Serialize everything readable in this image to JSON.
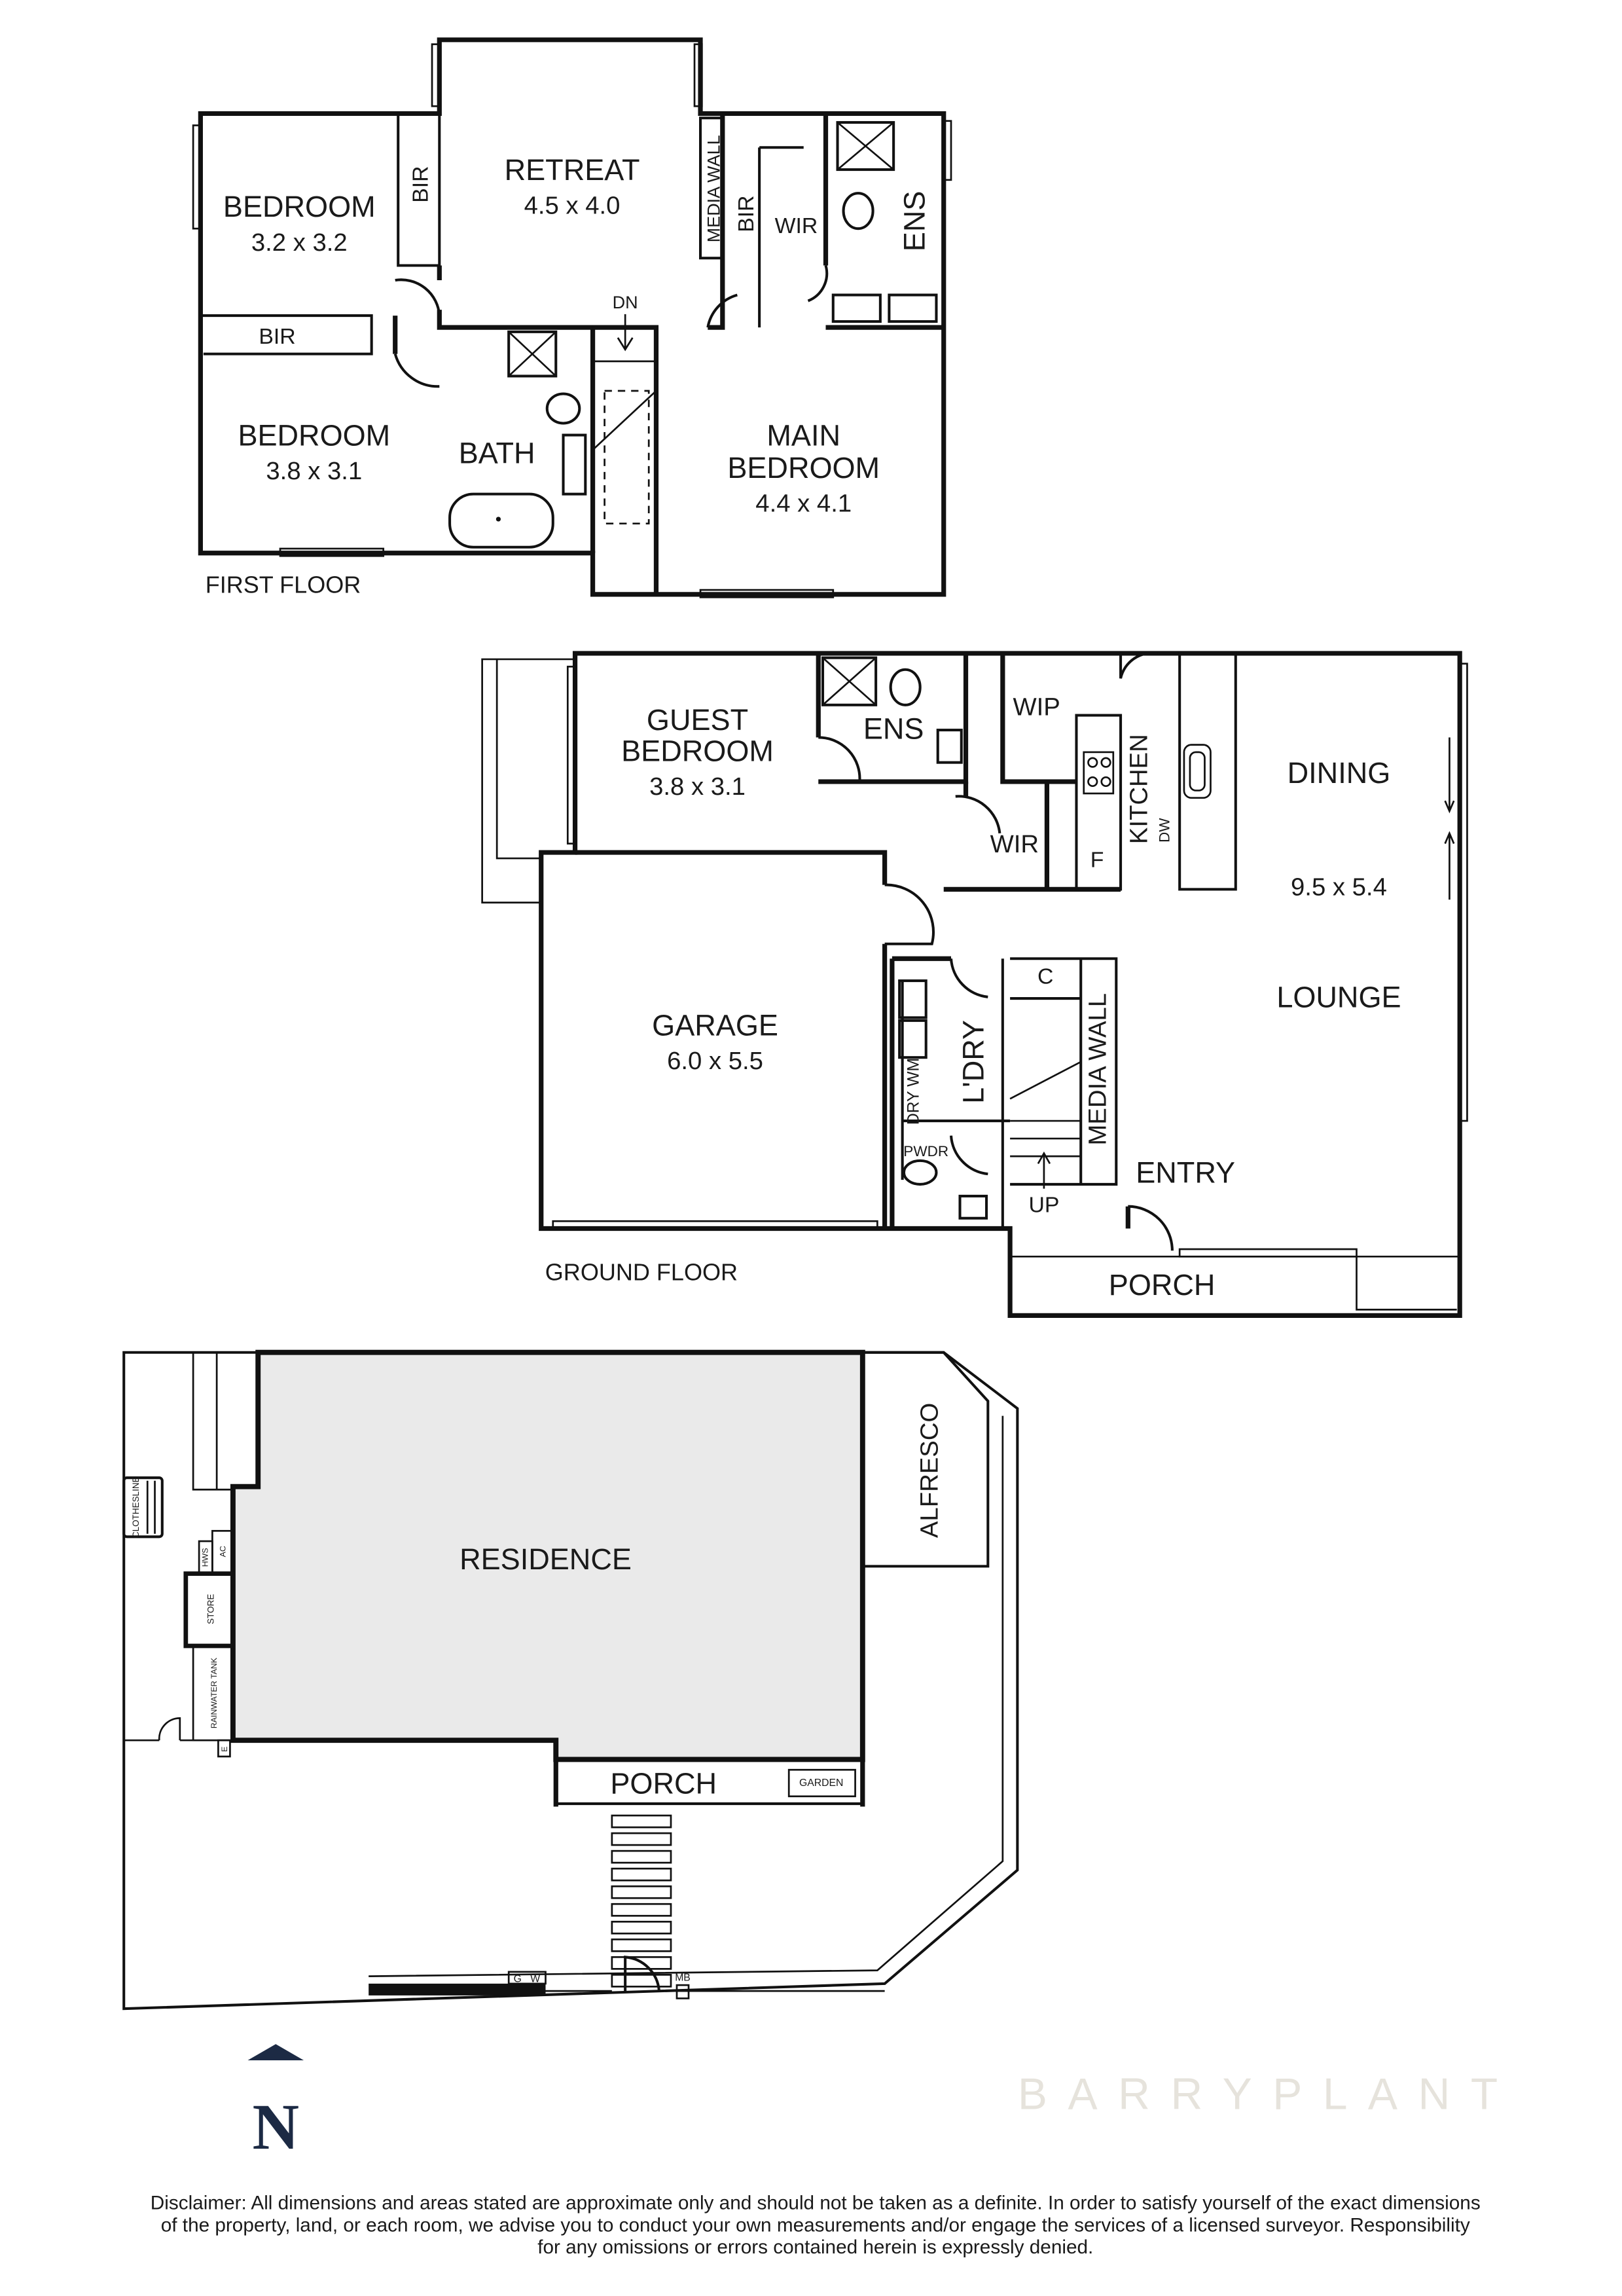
{
  "first_floor": {
    "title": "FIRST FLOOR",
    "rooms": {
      "bedroom1": {
        "name": "BEDROOM",
        "dims": "3.2 x 3.2"
      },
      "bir1": "BIR",
      "retreat": {
        "name": "RETREAT",
        "dims": "4.5 x 4.0"
      },
      "media_wall": "MEDIA WALL",
      "bir2": "BIR",
      "wir": "WIR",
      "ens": "ENS",
      "dn": "DN",
      "bir3": "BIR",
      "bedroom2": {
        "name": "BEDROOM",
        "dims": "3.8 x 3.1"
      },
      "bath": "BATH",
      "main_bedroom": {
        "name1": "MAIN",
        "name2": "BEDROOM",
        "dims": "4.4 x 4.1"
      }
    }
  },
  "ground_floor": {
    "title": "GROUND FLOOR",
    "rooms": {
      "guest": {
        "name1": "GUEST",
        "name2": "BEDROOM",
        "dims": "3.8 x 3.1"
      },
      "ens": "ENS",
      "wip": "WIP",
      "kitchen": "KITCHEN",
      "dw": "DW",
      "f": "F",
      "wir": "WIR",
      "dining": "DINING",
      "dining_dims": "9.5 x 5.4",
      "lounge": "LOUNGE",
      "garage": {
        "name": "GARAGE",
        "dims": "6.0 x 5.5"
      },
      "c": "C",
      "ldry": "L'DRY",
      "dry_wm": "DRY WM",
      "media_wall": "MEDIA WALL",
      "pwdr": "PWDR",
      "up": "UP",
      "entry": "ENTRY",
      "porch": "PORCH"
    }
  },
  "site_plan": {
    "residence": "RESIDENCE",
    "alfresco": "ALFRESCO",
    "porch": "PORCH",
    "garden": "GARDEN",
    "clothesline": "CLOTHESLINE",
    "hws": "HWS",
    "ac": "AC",
    "store": "STORE",
    "rainwater_tank": "RAINWATER TANK",
    "e": "E",
    "g": "G",
    "w": "W",
    "mb": "MB",
    "residence_fill": "#eaeaea"
  },
  "north": {
    "label": "N",
    "color": "#1c2a44"
  },
  "disclaimer": {
    "line1": "Disclaimer: All dimensions and areas stated are approximate only and should not be taken as a definite. In order to satisfy yourself of the exact dimensions",
    "line2": "of the property, land, or each room, we advise you to conduct your own measurements and/or engage the services of a licensed surveyor. Responsibility",
    "line3": "for any omissions or errors contained herein is expressly denied."
  },
  "watermark": "BARRYPLANT"
}
